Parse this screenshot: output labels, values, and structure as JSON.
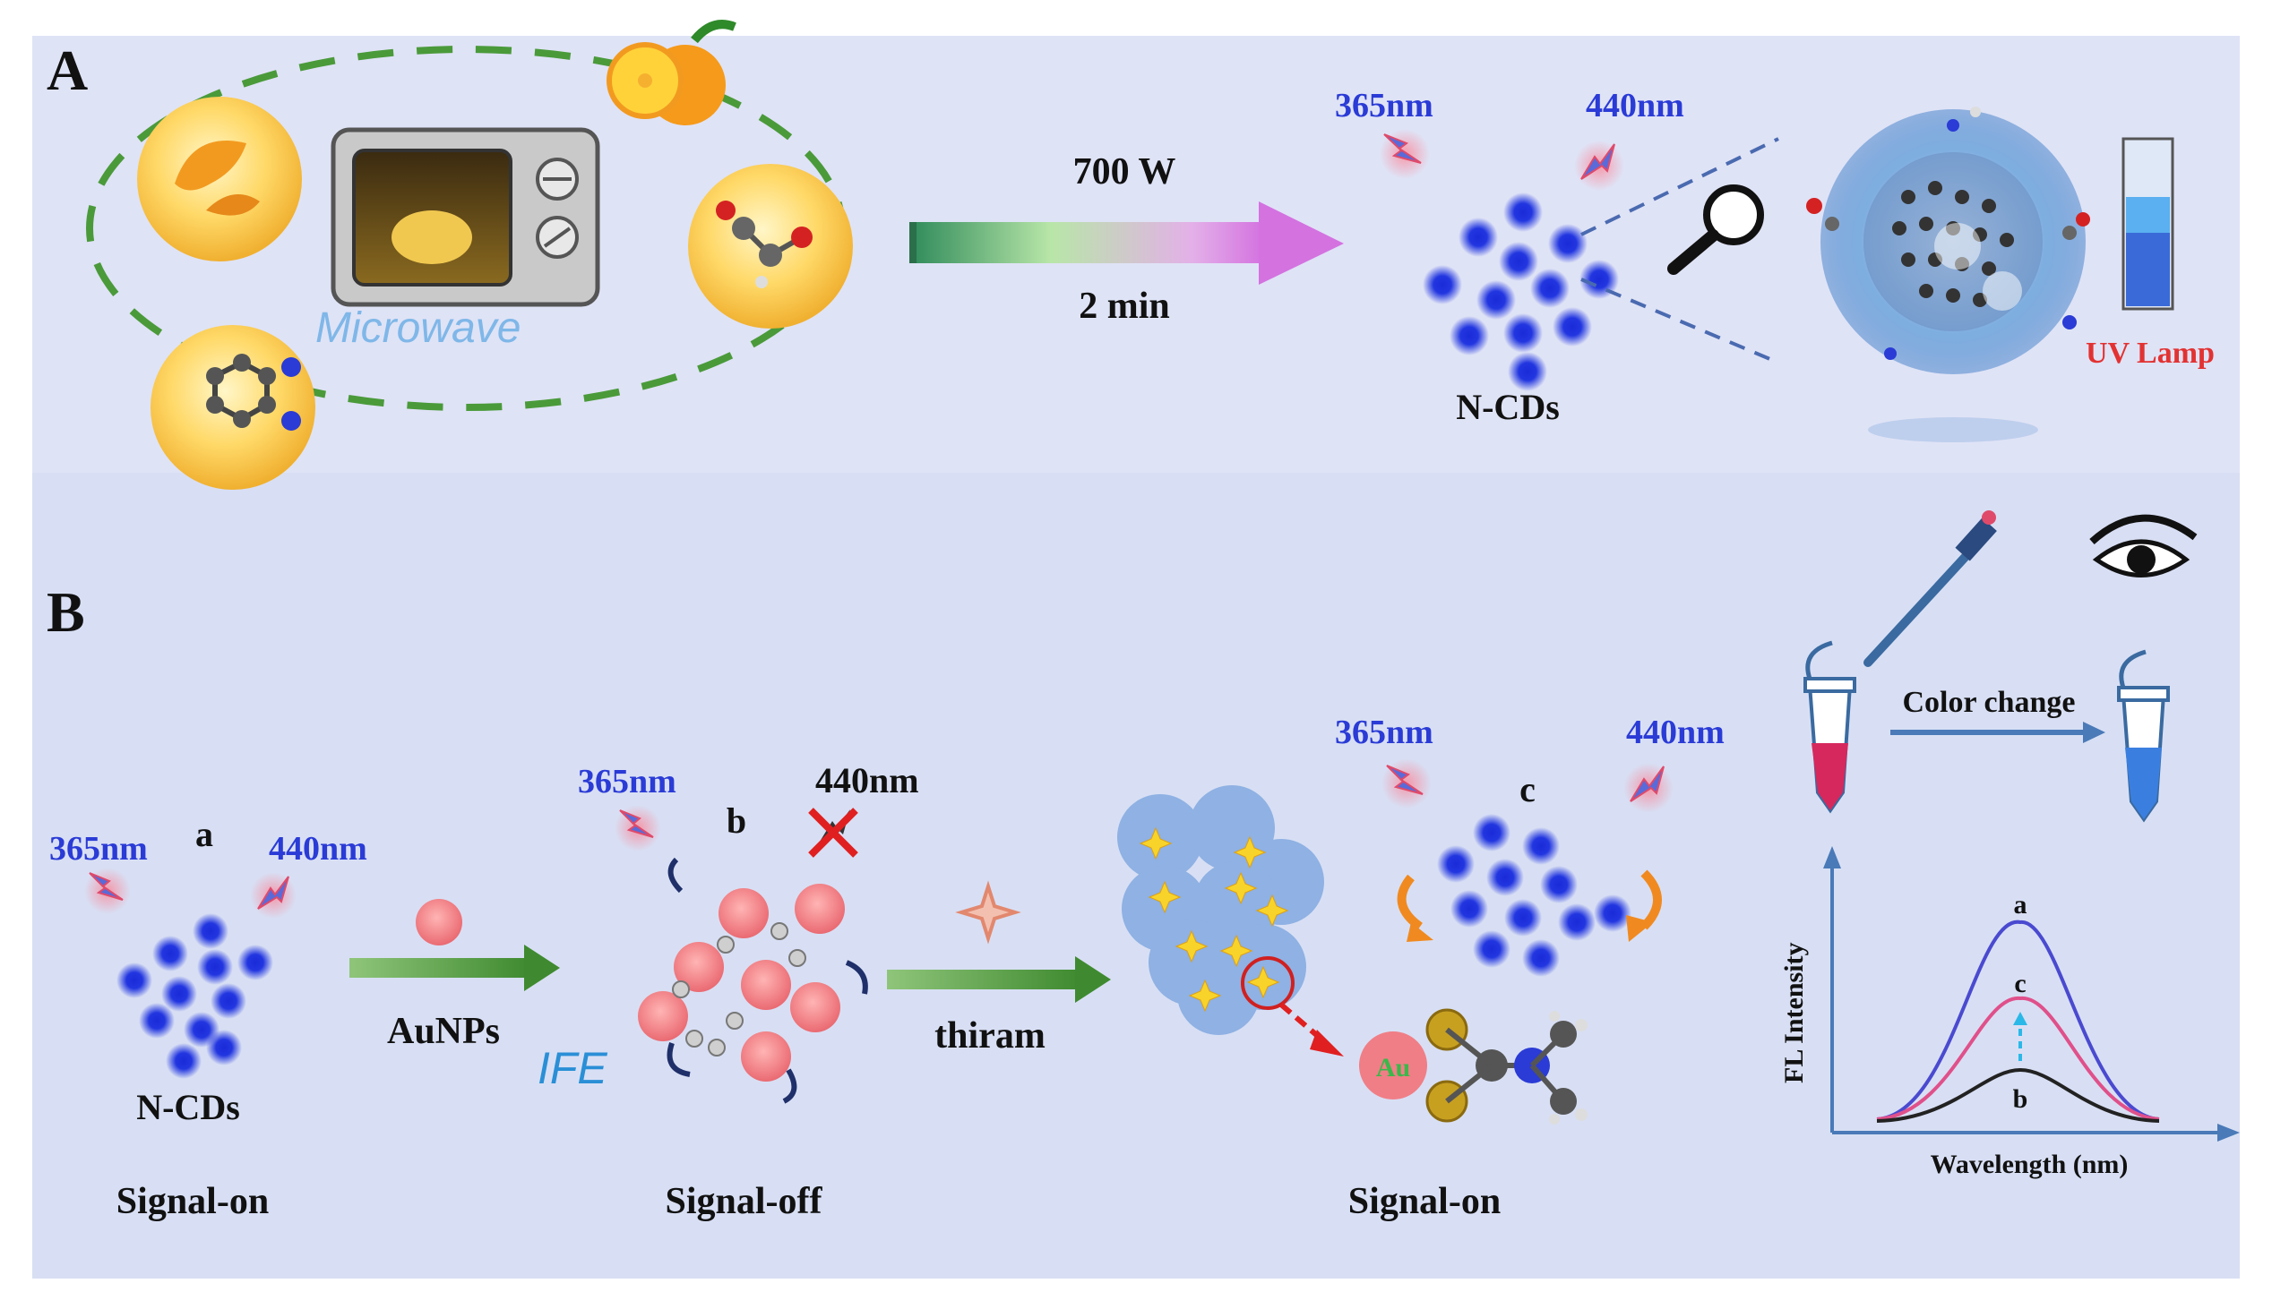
{
  "panel_a": {
    "letter": "A",
    "microwave_label": "Microwave",
    "arrow_top": "700 W",
    "arrow_bottom": "2 min",
    "excitation": "365nm",
    "emission": "440nm",
    "product": "N-CDs",
    "uv_lamp": "UV Lamp"
  },
  "panel_b": {
    "letter": "B",
    "stage_a": {
      "letter": "a",
      "excitation": "365nm",
      "emission": "440nm",
      "name": "N-CDs",
      "signal": "Signal-on"
    },
    "reagent_1": "AuNPs",
    "stage_b": {
      "letter": "b",
      "excitation": "365nm",
      "emission": "440nm",
      "ife": "IFE",
      "signal": "Signal-off"
    },
    "reagent_2": "thiram",
    "stage_c": {
      "letter": "c",
      "excitation": "365nm",
      "emission": "440nm",
      "signal": "Signal-on",
      "au_label": "Au"
    },
    "color_change": "Color change",
    "fl_plot": {
      "ylabel": "FL Intensity",
      "xlabel": "Wavelength (nm)",
      "curve_a": "a",
      "curve_b": "b",
      "curve_c": "c"
    }
  },
  "colors": {
    "panel_a_bg": "#dfe3f6",
    "panel_b_bg": "#d8dff4",
    "dot_blue": "#1a2ad8",
    "au_pink": "#f07e86",
    "arrow_green": "#4d8f3a",
    "curve_a": "#4a4ad0",
    "curve_c": "#e0508a",
    "curve_b": "#222222",
    "tube_pink": "#d6285c",
    "tube_blue": "#3a7fe0"
  }
}
